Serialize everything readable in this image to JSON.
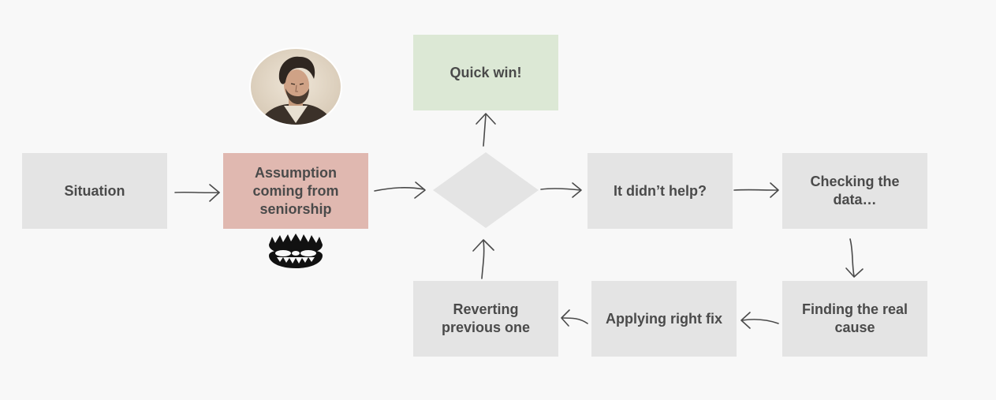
{
  "nodes": {
    "situation": "Situation",
    "assumption": "Assumption coming from seniorship",
    "quick_win": "Quick win!",
    "didnt_help": "It didn’t help?",
    "checking": "Checking the data…",
    "finding": "Finding the real cause",
    "applying": "Applying right fix",
    "reverting": "Reverting previous one"
  },
  "colors": {
    "default_box": "#e4e4e4",
    "assumption_box": "#e0b8b0",
    "quick_win_box": "#dce8d5",
    "diamond": "#e4e4e4",
    "text": "#4a4a4a",
    "arrow": "#4a4a4a"
  },
  "icons": {
    "avatar": "portrait-avatar",
    "trap": "bear-trap-icon"
  }
}
